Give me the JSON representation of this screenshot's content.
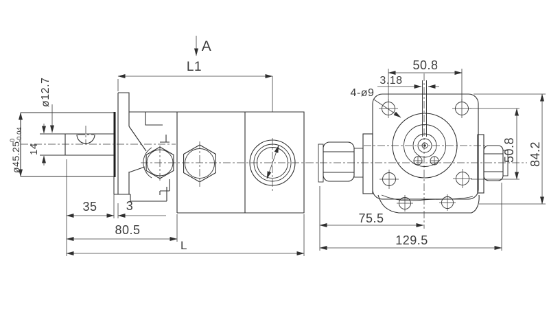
{
  "colors": {
    "line": "#2f2f2f",
    "background": "#ffffff"
  },
  "section_arrow": {
    "label": "A"
  },
  "side_view": {
    "labels": {
      "shaft_key_diameter": "ø12.7",
      "pilot_diameter": "ø45.25",
      "pilot_tolerance_upper": "0",
      "pilot_tolerance_lower": "-0.04",
      "keyway_height": "14",
      "shaft_protrusion": "35",
      "flange_step": "3",
      "mount_face_to_step": "80.5",
      "overall_length": "L",
      "mount_face_to_port": "L1"
    }
  },
  "end_view": {
    "labels": {
      "bolt_hole_spacing_top": "50.8",
      "key_slot_width": "3.18",
      "mounting_holes": "4-ø9",
      "bolt_hole_spacing_side": "50.8",
      "flange_height": "84.2",
      "inlet_to_center": "75.5",
      "overall_width": "129.5"
    }
  }
}
